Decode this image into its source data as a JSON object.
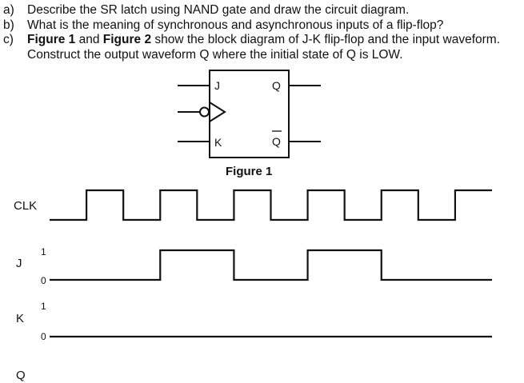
{
  "questions": [
    {
      "mark": "a)",
      "parts": [
        {
          "text": "Describe the SR latch using NAND gate and draw the circuit diagram.",
          "bold": false
        }
      ]
    },
    {
      "mark": "b)",
      "parts": [
        {
          "text": "What is the meaning of synchronous and asynchronous inputs of a flip-flop?",
          "bold": false
        }
      ]
    },
    {
      "mark": "c)",
      "parts": [
        {
          "text": "Figure 1",
          "bold": true
        },
        {
          "text": " and ",
          "bold": false
        },
        {
          "text": "Figure 2",
          "bold": true
        },
        {
          "text": " show the block diagram of J-K flip-flop and the input waveform.",
          "bold": false
        }
      ]
    },
    {
      "mark": "",
      "parts": [
        {
          "text": "Construct the output waveform Q where the initial state of Q is LOW.",
          "bold": false
        }
      ]
    }
  ],
  "figure1": {
    "caption": "Figure 1",
    "pins": {
      "j": "J",
      "k": "K",
      "q": "Q",
      "qbar": "Q"
    },
    "clock_input": "negative-edge-triggered (bubble + triangle)"
  },
  "waveforms": {
    "level_labels": {
      "high": "1",
      "low": "0"
    },
    "signals": [
      {
        "name": "CLK",
        "levels": [
          0,
          1,
          0,
          1,
          0,
          1,
          0,
          1,
          0,
          1,
          0,
          1
        ],
        "show_levels": false
      },
      {
        "name": "J",
        "levels": [
          0,
          0,
          0,
          1,
          1,
          0,
          0,
          1,
          1,
          0,
          0,
          0
        ],
        "show_levels": true
      },
      {
        "name": "K",
        "levels": [
          0,
          0,
          0,
          0,
          0,
          0,
          0,
          0,
          0,
          0,
          0,
          0
        ],
        "show_levels": true
      },
      {
        "name": "Q",
        "levels": [],
        "show_levels": false
      }
    ]
  }
}
